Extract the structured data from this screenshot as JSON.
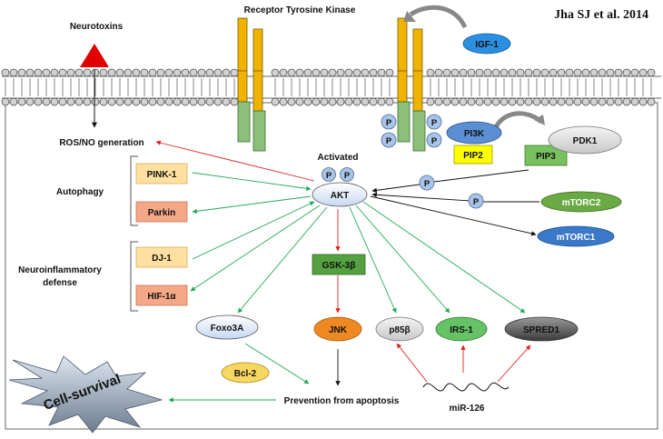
{
  "citation": "Jha SJ et al. 2014",
  "labels": {
    "neurotoxins": "Neurotoxins",
    "rtk": "Receptor Tyrosine Kinase",
    "ros": "ROS/NO generation",
    "activated": "Activated",
    "autophagy": "Autophagy",
    "neuro_line1": "Neuroinflammatory",
    "neuro_line2": "defense",
    "prevention": "Prevention from apoptosis",
    "mir": "miR-126",
    "cell_survival": "Cell-survival"
  },
  "nodes": {
    "igf1": "IGF-1",
    "pi3k": "PI3K",
    "pip2": "PIP2",
    "pip3": "PIP3",
    "pdk1": "PDK1",
    "akt": "AKT",
    "pink1": "PINK-1",
    "parkin": "Parkin",
    "dj1": "DJ-1",
    "hif1a": "HIF-1α",
    "mtorc2": "mTORC2",
    "mtorc1": "mTORC1",
    "gsk3b": "GSK-3β",
    "foxo3a": "Foxo3A",
    "jnk": "JNK",
    "p85b": "p85β",
    "irs1": "IRS-1",
    "spred1": "SPRED1",
    "bcl2": "Bcl-2"
  },
  "phospho": "P",
  "colors": {
    "green_arrow": "#22aa55",
    "red_arrow": "#dd2222",
    "black_arrow": "#111111",
    "receptor_yellow": "#f0b400",
    "receptor_green": "#8cc07a",
    "phospho_blue": "#a8c4e8",
    "pi3k_blue": "#5b8fd4",
    "pip_yellow": "#ffff00",
    "pip3_green": "#78c060",
    "mtorc2_green": "#6aaa44",
    "mtorc1_blue": "#3a78c8",
    "gsk_green": "#55a040",
    "jnk_orange": "#ee8822",
    "irs1_green": "#66c266",
    "spred1_gray": "#666666",
    "bcl2_yellow": "#f6d860",
    "autophagy_box": "#ffe0a0",
    "parkin_box": "#f4a888",
    "igf1_blue": "#2a8fe0"
  }
}
